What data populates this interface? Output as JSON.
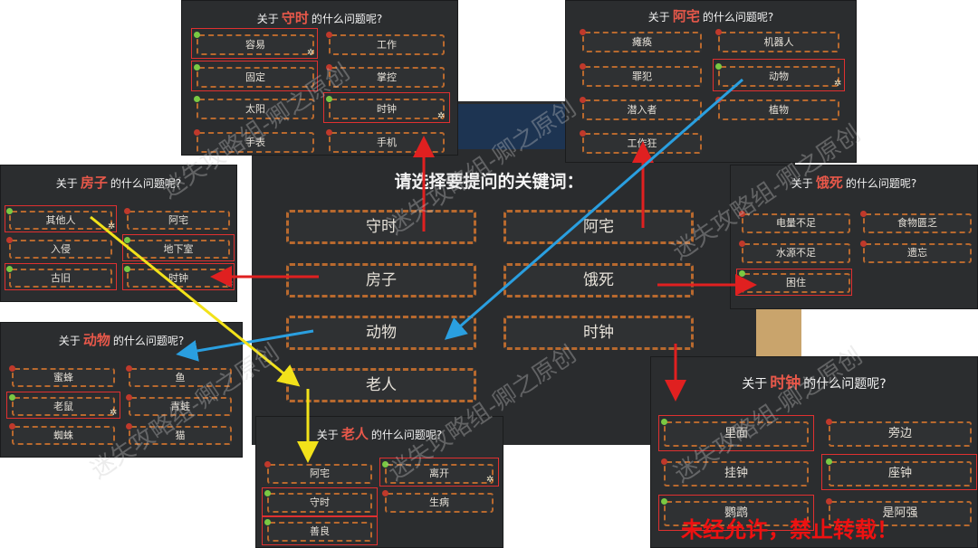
{
  "main": {
    "prompt": "请选择要提问的关键词：",
    "keywords": [
      "守时",
      "阿宅",
      "房子",
      "饿死",
      "动物",
      "时钟",
      "老人"
    ]
  },
  "panels": {
    "shoushi": {
      "prefix": "关于",
      "keyword": "守时",
      "suffix": "的什么问题呢?",
      "options": [
        "容易",
        "工作",
        "固定",
        "掌控",
        "太阳",
        "时钟",
        "手表",
        "手机"
      ]
    },
    "azhai": {
      "prefix": "关于",
      "keyword": "阿宅",
      "suffix": "的什么问题呢?",
      "options": [
        "瘫痪",
        "机器人",
        "罪犯",
        "动物",
        "潜入者",
        "植物",
        "工作狂"
      ]
    },
    "fangzi": {
      "prefix": "关于",
      "keyword": "房子",
      "suffix": "的什么问题呢?",
      "options": [
        "其他人",
        "阿宅",
        "入侵",
        "地下室",
        "古旧",
        "时钟"
      ]
    },
    "esi": {
      "prefix": "关于",
      "keyword": "饿死",
      "suffix": "的什么问题呢?",
      "options": [
        "电量不足",
        "食物匮乏",
        "水源不足",
        "遗忘",
        "困住"
      ]
    },
    "dongwu": {
      "prefix": "关于",
      "keyword": "动物",
      "suffix": "的什么问题呢?",
      "options": [
        "蜜蜂",
        "鱼",
        "老鼠",
        "青蛙",
        "蜘蛛",
        "猫"
      ]
    },
    "laoren": {
      "prefix": "关于",
      "keyword": "老人",
      "suffix": "的什么问题呢?",
      "options": [
        "阿宅",
        "离开",
        "守时",
        "生病",
        "善良"
      ]
    },
    "shizhong": {
      "prefix": "关于",
      "keyword": "时钟",
      "suffix": "的什么问题呢?",
      "options": [
        "里面",
        "旁边",
        "挂钟",
        "座钟",
        "鹦鹉",
        "是阿强"
      ]
    }
  },
  "watermark": "迷失攻略组-卿之原创",
  "notice": "未经允许，禁止转载！",
  "colors": {
    "accent": "#e8584a",
    "red_arrow": "#e02020",
    "blue_arrow": "#2a9fe0",
    "yellow_arrow": "#f2e21a",
    "option_border": "#b8692e"
  }
}
